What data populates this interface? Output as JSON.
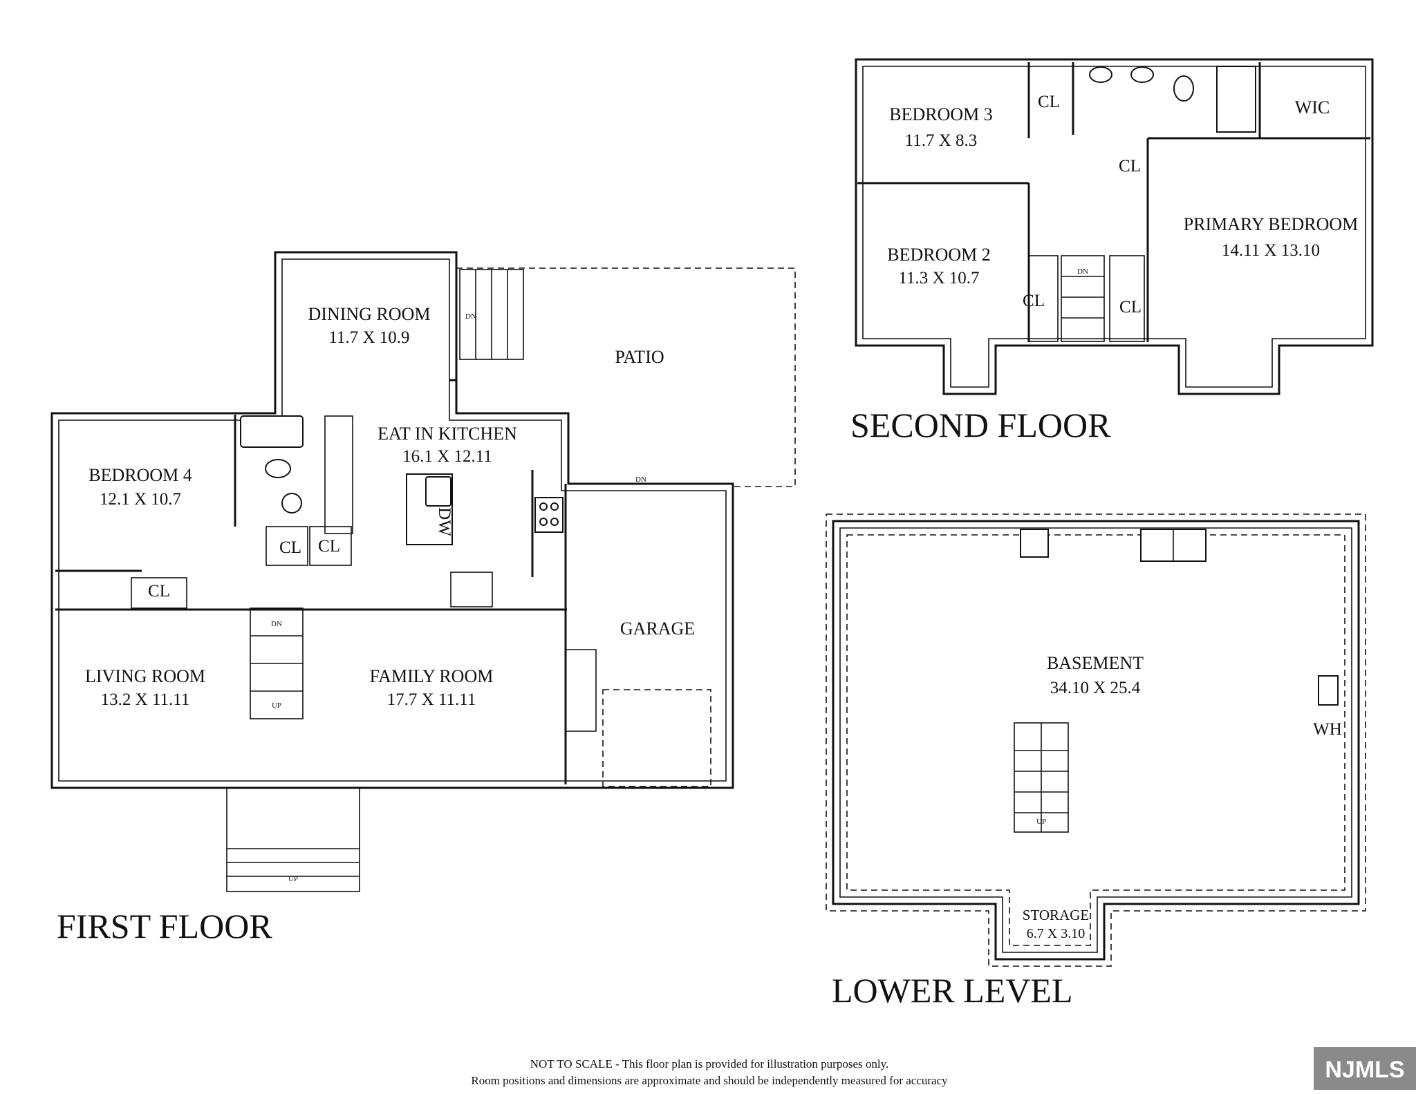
{
  "floors": {
    "first": {
      "title": "FIRST FLOOR"
    },
    "second": {
      "title": "SECOND FLOOR"
    },
    "lower": {
      "title": "LOWER LEVEL"
    }
  },
  "rooms": {
    "dining": {
      "name": "DINING ROOM",
      "dims": "11.7 X 10.9"
    },
    "patio": {
      "name": "PATIO"
    },
    "kitchen": {
      "name": "EAT IN KITCHEN",
      "dims": "16.1 X 12.11"
    },
    "bedroom4": {
      "name": "BEDROOM 4",
      "dims": "12.1 X 10.7"
    },
    "living": {
      "name": "LIVING ROOM",
      "dims": "13.2 X 11.11"
    },
    "family": {
      "name": "FAMILY ROOM",
      "dims": "17.7 X 11.11"
    },
    "garage": {
      "name": "GARAGE"
    },
    "bedroom3": {
      "name": "BEDROOM 3",
      "dims": "11.7 X 8.3"
    },
    "bedroom2": {
      "name": "BEDROOM 2",
      "dims": "11.3 X 10.7"
    },
    "primary": {
      "name": "PRIMARY BEDROOM",
      "dims": "14.11 X 13.10"
    },
    "wic": {
      "name": "WIC"
    },
    "basement": {
      "name": "BASEMENT",
      "dims": "34.10 X 25.4"
    },
    "storage": {
      "name": "STORAGE",
      "dims": "6.7 X 3.10"
    }
  },
  "labels": {
    "closet": "CL",
    "dishwasher": "DW",
    "water_heater": "WH",
    "stair_down": "DN",
    "stair_up": "UP"
  },
  "disclaimer": {
    "line1": "NOT TO SCALE - This floor plan is provided for illustration purposes only.",
    "line2": "Room positions and dimensions are approximate and should be independently measured for accuracy"
  },
  "logo": {
    "text": "NJMLS"
  }
}
